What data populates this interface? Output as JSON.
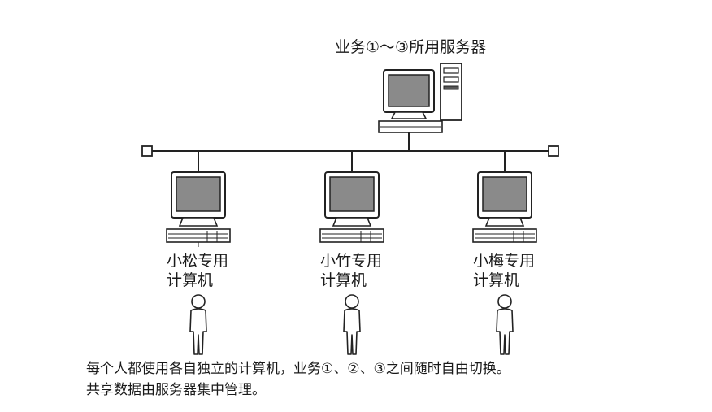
{
  "server": {
    "label": "业务①～③所用服务器",
    "icon": "server-computer-icon"
  },
  "workstations": [
    {
      "label_line1": "小松专用",
      "label_line2": "计算机",
      "icon": "computer-icon",
      "user_icon": "person-icon"
    },
    {
      "label_line1": "小竹专用",
      "label_line2": "计算机",
      "icon": "computer-icon",
      "user_icon": "person-icon"
    },
    {
      "label_line1": "小梅专用",
      "label_line2": "计算机",
      "icon": "computer-icon",
      "user_icon": "person-icon"
    }
  ],
  "network": {
    "terminator_icon": "bus-terminator-icon"
  },
  "caption": {
    "line1": "每个人都使用各自独立的计算机，业务①、②、③之间随时自由切换。",
    "line2": "共享数据由服务器集中管理。"
  },
  "colors": {
    "screen": "#8a8a8a",
    "stroke": "#222222",
    "body": "#ffffff"
  }
}
